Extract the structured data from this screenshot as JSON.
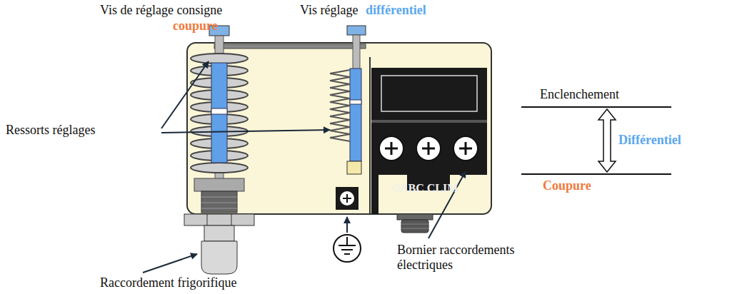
{
  "diagram": {
    "labels": [
      "Vis de réglage consigne",
      "coupure",
      "Vis réglage",
      "différentiel",
      "Ressorts réglages",
      "©ABC CLIM",
      "Bornier raccordements électriques",
      "Raccordement frigorifique",
      "Enclenchement",
      "Différentiel",
      "Coupure"
    ]
  }
}
